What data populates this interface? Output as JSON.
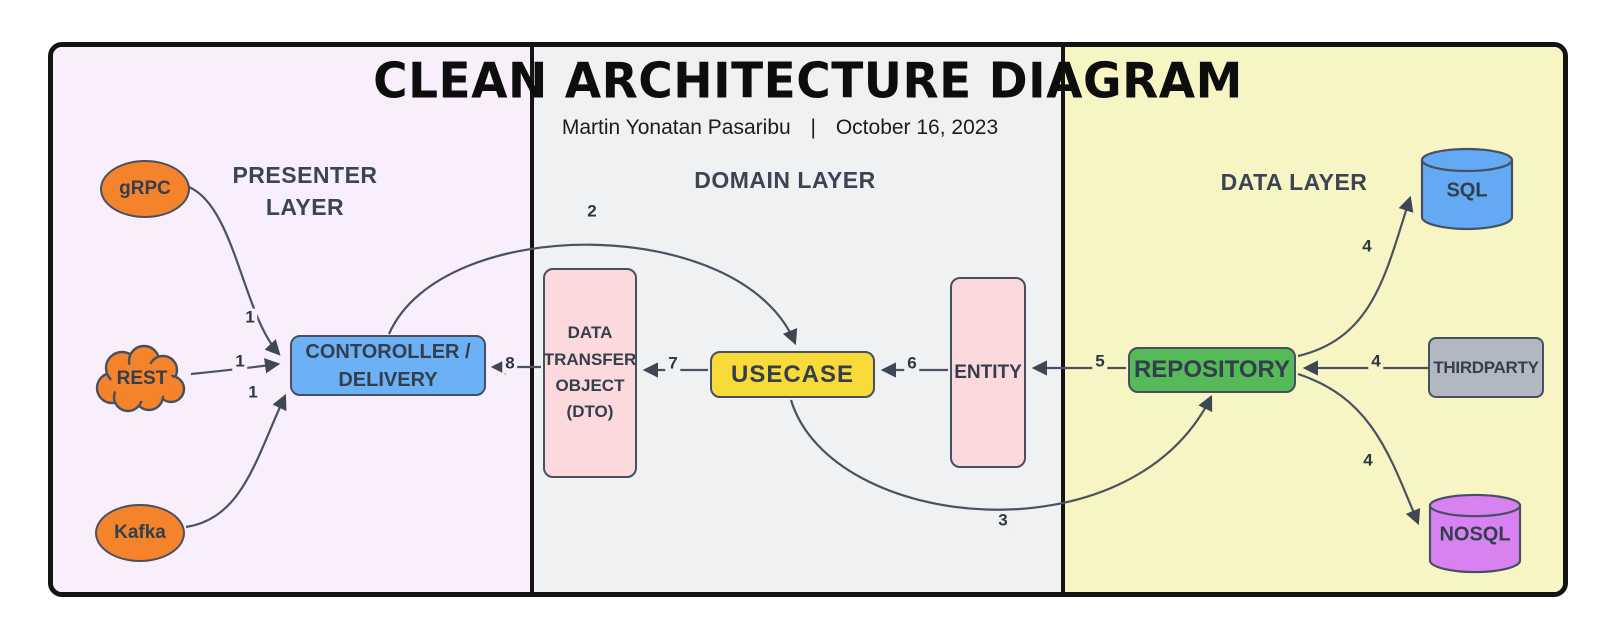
{
  "title": "CLEAN ARCHITECTURE DIAGRAM",
  "byline": {
    "author": "Martin Yonatan Pasaribu",
    "divider": "|",
    "date": "October 16, 2023"
  },
  "layers": {
    "presenter": {
      "label": "PRESENTER LAYER"
    },
    "domain": {
      "label": "DOMAIN LAYER"
    },
    "data": {
      "label": "DATA LAYER"
    }
  },
  "nodes": {
    "grpc": {
      "label": "gRPC",
      "shape": "ellipse",
      "color": "#f5832c"
    },
    "rest": {
      "label": "REST",
      "shape": "cloud",
      "color": "#f5832c"
    },
    "kafka": {
      "label": "Kafka",
      "shape": "ellipse",
      "color": "#f5832c"
    },
    "controller": {
      "label": "CONTOROLLER / DELIVERY",
      "shape": "rounded-rect",
      "color": "#6cb0f5"
    },
    "dto": {
      "label": "DATA TRANSFER OBJECT (DTO)",
      "shape": "rounded-rect",
      "color": "#fbd9dc"
    },
    "usecase": {
      "label": "USECASE",
      "shape": "rounded-rect",
      "color": "#f8da38"
    },
    "entity": {
      "label": "ENTITY",
      "shape": "rounded-rect",
      "color": "#fbd9dc"
    },
    "repository": {
      "label": "REPOSITORY",
      "shape": "rounded-rect",
      "color": "#55ba57"
    },
    "sql": {
      "label": "SQL",
      "shape": "cylinder",
      "color": "#64a9f3"
    },
    "thirdparty": {
      "label": "THIRDPARTY",
      "shape": "rect",
      "color": "#b2b8c0"
    },
    "nosql": {
      "label": "NOSQL",
      "shape": "cylinder",
      "color": "#d882f2"
    }
  },
  "edges": [
    {
      "label": "1",
      "from": "gRPC",
      "to": "CONTOROLLER / DELIVERY"
    },
    {
      "label": "1",
      "from": "REST",
      "to": "CONTOROLLER / DELIVERY"
    },
    {
      "label": "1",
      "from": "Kafka",
      "to": "CONTOROLLER / DELIVERY"
    },
    {
      "label": "2",
      "from": "CONTOROLLER / DELIVERY",
      "to": "USECASE"
    },
    {
      "label": "3",
      "from": "USECASE",
      "to": "REPOSITORY"
    },
    {
      "label": "4",
      "from": "REPOSITORY",
      "to": "SQL"
    },
    {
      "label": "4",
      "from": "THIRDPARTY",
      "to": "REPOSITORY"
    },
    {
      "label": "4",
      "from": "REPOSITORY",
      "to": "NOSQL"
    },
    {
      "label": "5",
      "from": "REPOSITORY",
      "to": "ENTITY"
    },
    {
      "label": "6",
      "from": "ENTITY",
      "to": "USECASE"
    },
    {
      "label": "7",
      "from": "USECASE",
      "to": "DATA TRANSFER OBJECT (DTO)"
    },
    {
      "label": "8",
      "from": "DATA TRANSFER OBJECT (DTO)",
      "to": "CONTOROLLER / DELIVERY"
    }
  ],
  "colors": {
    "line": "#4a5261",
    "node_text": "#343f4d",
    "panel_presenter": "#f9eefb",
    "panel_domain": "#f0f1f3",
    "panel_data": "#f8f5c4",
    "frame_border": "#141414",
    "orange": "#f5832c",
    "blue": "#6cb0f5",
    "pink": "#fbd9dc",
    "yellow": "#f8da38",
    "green": "#55ba57",
    "gray": "#b2b8c0",
    "sql_blue": "#64a9f3",
    "nosql_purple": "#d882f2"
  }
}
